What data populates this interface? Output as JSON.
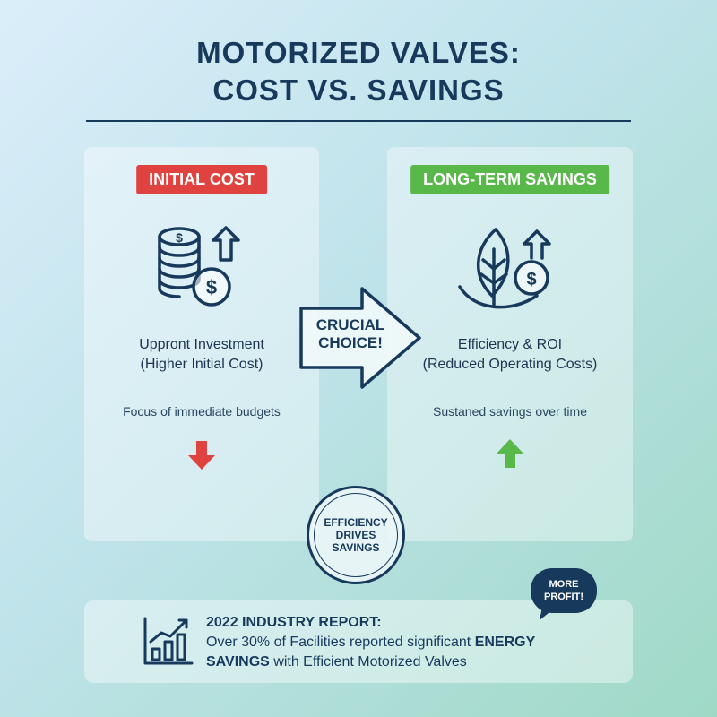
{
  "header": {
    "title_line1": "MOTORIZED VALVES:",
    "title_line2": "COST VS. SAVINGS"
  },
  "left_panel": {
    "badge": "INITIAL COST",
    "subhead_line1": "Uppront Investment",
    "subhead_line2": "(Higher Initial Cost)",
    "note": "Focus of immediate budgets",
    "badge_color": "#e0433f",
    "indicator_color": "#e0433f",
    "icon": "coins-dollar-up-icon",
    "indicator": "arrow-down-icon"
  },
  "right_panel": {
    "badge": "LONG-TERM SAVINGS",
    "subhead_line1": "Efficiency & ROI",
    "subhead_line2": "(Reduced Operating Costs)",
    "note": "Sustaned savings over time",
    "badge_color": "#58b849",
    "indicator_color": "#58b849",
    "icon": "leaf-dollar-up-icon",
    "indicator": "arrow-up-icon"
  },
  "center": {
    "arrow_line1": "CRUCIAL",
    "arrow_line2": "CHOICE!",
    "seal_line1": "EFFICIENCY",
    "seal_line2": "DRIVES",
    "seal_line3": "SAVINGS"
  },
  "report": {
    "line1": "2022 INDUSTRY REPORT:",
    "line2_regular": "Over 30% of Facilities reported significant ",
    "line2_bold": "ENERGY",
    "line3_bold": "SAVINGS",
    "line3_regular": " with Efficient Motorized Valves",
    "icon": "bar-chart-up-icon"
  },
  "bubble": {
    "line1": "MORE",
    "line2": "PROFIT!"
  },
  "colors": {
    "navy": "#17395c",
    "red": "#e0433f",
    "green": "#58b849"
  }
}
